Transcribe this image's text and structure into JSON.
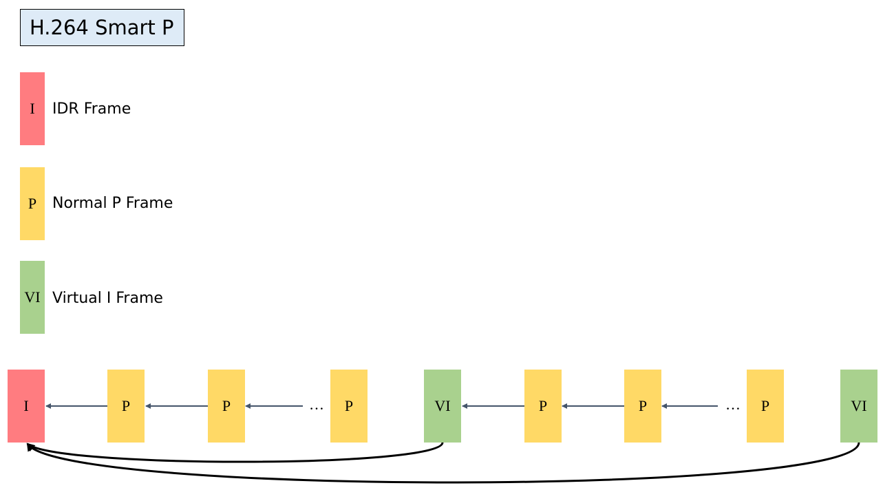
{
  "title": "H.264 Smart P",
  "colors": {
    "idr": "#ff7c80",
    "p": "#ffd966",
    "vi": "#a9d18e",
    "arrow": "#44546a",
    "curve": "#000000"
  },
  "legend": [
    {
      "letter": "I",
      "label": "IDR Frame",
      "type": "idr"
    },
    {
      "letter": "P",
      "label": "Normal P Frame",
      "type": "p"
    },
    {
      "letter": "VI",
      "label": "Virtual I Frame",
      "type": "vi"
    }
  ],
  "sequence": [
    {
      "letter": "I",
      "type": "idr"
    },
    {
      "letter": "P",
      "type": "p"
    },
    {
      "letter": "P",
      "type": "p"
    },
    {
      "letter": "P",
      "type": "p"
    },
    {
      "letter": "VI",
      "type": "vi"
    },
    {
      "letter": "P",
      "type": "p"
    },
    {
      "letter": "P",
      "type": "p"
    },
    {
      "letter": "P",
      "type": "p"
    },
    {
      "letter": "VI",
      "type": "vi"
    }
  ],
  "ellipsis": "…"
}
